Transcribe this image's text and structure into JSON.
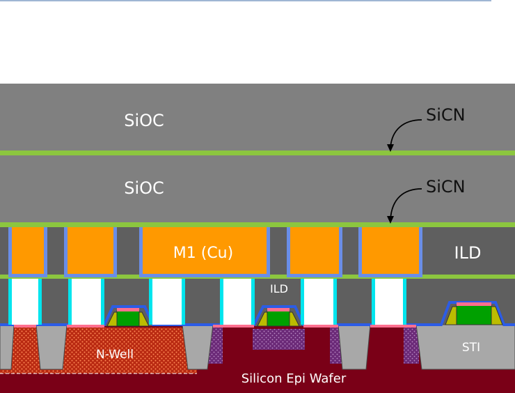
{
  "labels": {
    "dielectric_upper": "SiOC",
    "dielectric_lower": "SiOC",
    "cap_upper": "SiCN",
    "cap_lower": "SiCN",
    "metal": "M1 (Cu)",
    "ild_metal_level": "ILD",
    "ild_contact_level": "ILD",
    "nwell": "N-Well",
    "sti": "STI",
    "substrate": "Silicon Epi Wafer"
  },
  "colors": {
    "dielectric": "#808080",
    "etch_stop": "#8cc63f",
    "metal": "#ff9900",
    "barrier": "#6a8ee8",
    "contact": "#ffffff",
    "contact_liner": "#00e5ee",
    "ild": "#5f5f5f",
    "substrate": "#7a0017",
    "nwell": "#c83a1e",
    "sti": "#a8a8a8",
    "gate": "#00a000",
    "spacer": "#bcbc00",
    "silicide": "#ff6f8f",
    "diffusion": "#7b3b8c"
  }
}
